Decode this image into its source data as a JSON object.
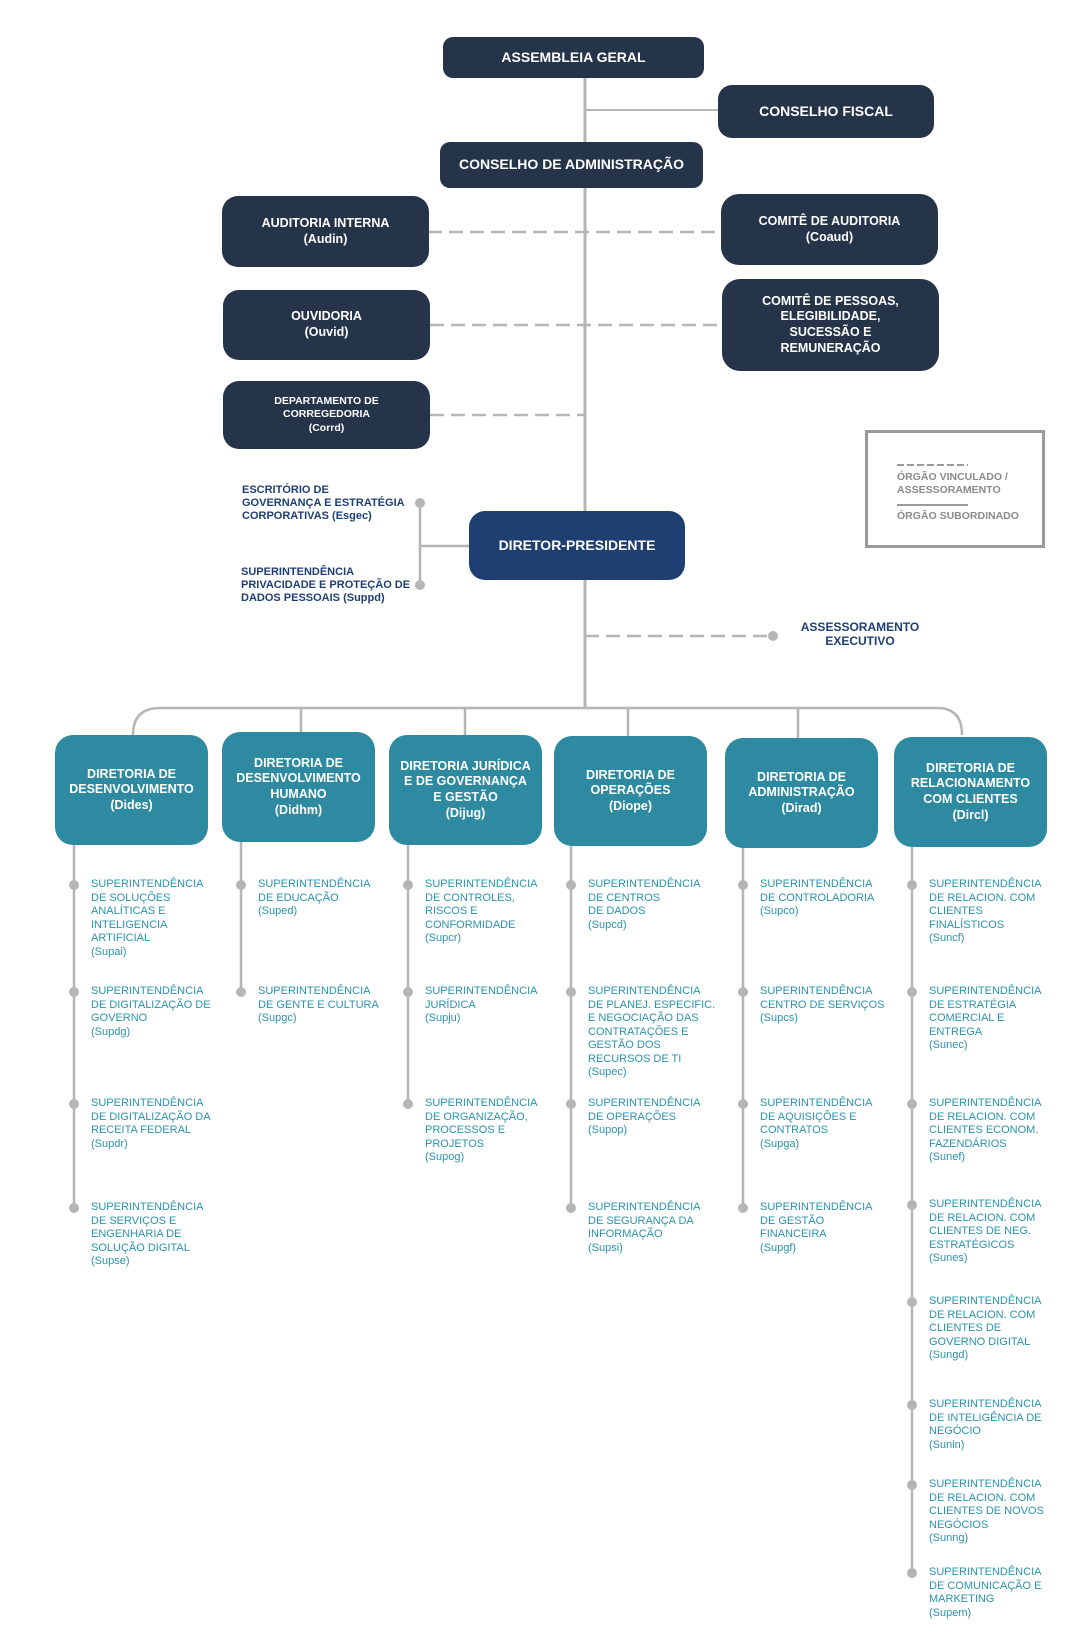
{
  "top": {
    "assembleia": "ASSEMBLEIA GERAL",
    "conselho_fiscal": "CONSELHO FISCAL",
    "conselho_adm": "CONSELHO DE ADMINISTRAÇÃO",
    "diretor_presidente": "DIRETOR-PRESIDENTE"
  },
  "left_units": [
    {
      "lines": [
        "AUDITORIA INTERNA",
        "(Audin)"
      ]
    },
    {
      "lines": [
        "OUVIDORIA",
        "(Ouvid)"
      ]
    },
    {
      "lines": [
        "DEPARTAMENTO DE",
        "CORREGEDORIA",
        "(Corrd)"
      ]
    }
  ],
  "right_units": [
    {
      "lines": [
        "COMITÊ DE AUDITORIA",
        "(Coaud)"
      ]
    },
    {
      "lines": [
        "COMITÊ DE PESSOAS,",
        "ELEGIBILIDADE,",
        "SUCESSÃO E",
        "REMUNERAÇÃO"
      ]
    }
  ],
  "president_units": [
    {
      "lines": [
        "ESCRITÓRIO DE",
        "GOVERNANÇA E ESTRATÉGIA",
        "CORPORATIVAS (Esgec)"
      ]
    },
    {
      "lines": [
        "SUPERINTENDÊNCIA",
        "PRIVACIDADE E PROTEÇÃO DE",
        "DADOS PESSOAIS (Suppd)"
      ]
    }
  ],
  "assessoramento": [
    "ASSESSORAMENTO",
    "EXECUTIVO"
  ],
  "legend": {
    "vinculado": [
      "ÓRGÃO VINCULADO /",
      "ASSESSORAMENTO"
    ],
    "subordinado": "ÓRGÃO SUBORDINADO"
  },
  "directorates": [
    {
      "title": [
        "DIRETORIA DE",
        "DESENVOLVIMENTO",
        "(Dides)"
      ],
      "subs": [
        [
          "SUPERINTENDÊNCIA",
          "DE SOLUÇÕES",
          "ANALÍTICAS E",
          "INTELIGENCIA",
          "ARTIFICIAL",
          "(Supai)"
        ],
        [
          "SUPERINTENDÊNCIA",
          "DE DIGITALIZAÇÃO DE",
          "GOVERNO",
          "(Supdg)"
        ],
        [
          "SUPERINTENDÊNCIA",
          "DE DIGITALIZAÇÃO DA",
          "RECEITA FEDERAL",
          "(Supdr)"
        ],
        [
          "SUPERINTENDÊNCIA",
          "DE SERVIÇOS E",
          "ENGENHARIA DE",
          "SOLUÇÃO DIGITAL",
          "(Supse)"
        ]
      ]
    },
    {
      "title": [
        "DIRETORIA DE",
        "DESENVOLVIMENTO",
        "HUMANO",
        "(Didhm)"
      ],
      "subs": [
        [
          "SUPERINTENDÊNCIA",
          "DE EDUCAÇÃO",
          "(Suped)"
        ],
        [
          "SUPERINTENDÊNCIA",
          "DE GENTE E CULTURA",
          "(Supgc)"
        ]
      ]
    },
    {
      "title": [
        "DIRETORIA JURÍDICA",
        "E DE GOVERNANÇA",
        "E GESTÃO",
        "(Dijug)"
      ],
      "subs": [
        [
          "SUPERINTENDÊNCIA",
          "DE CONTROLES,",
          "RISCOS E",
          "CONFORMIDADE",
          "(Supcr)"
        ],
        [
          "SUPERINTENDÊNCIA",
          "JURÍDICA",
          "(Supju)"
        ],
        [
          "SUPERINTENDÊNCIA",
          "DE ORGANIZAÇÃO,",
          "PROCESSOS E",
          "PROJETOS",
          "(Supog)"
        ]
      ]
    },
    {
      "title": [
        "DIRETORIA DE",
        "OPERAÇÕES",
        "(Diope)"
      ],
      "subs": [
        [
          "SUPERINTENDÊNCIA",
          "DE CENTROS",
          "DE DADOS",
          "(Supcd)"
        ],
        [
          "SUPERINTENDÊNCIA",
          "DE PLANEJ. ESPECIFIC.",
          "E NEGOCIAÇÃO DAS",
          "CONTRATAÇÕES E",
          "GESTÃO DOS",
          "RECURSOS DE TI",
          "(Supec)"
        ],
        [
          "SUPERINTENDÊNCIA",
          "DE OPERAÇÕES",
          "(Supop)"
        ],
        [
          "SUPERINTENDÊNCIA",
          "DE SEGURANÇA DA",
          "INFORMAÇÃO",
          "(Supsi)"
        ]
      ]
    },
    {
      "title": [
        "DIRETORIA DE",
        "ADMINISTRAÇÃO",
        "(Dirad)"
      ],
      "subs": [
        [
          "SUPERINTENDÊNCIA",
          "DE CONTROLADORIA",
          "(Supco)"
        ],
        [
          "SUPERINTENDÊNCIA",
          "CENTRO DE SERVIÇOS",
          "(Supcs)"
        ],
        [
          "SUPERINTENDÊNCIA",
          "DE AQUISIÇÕES E",
          "CONTRATOS",
          "(Supga)"
        ],
        [
          "SUPERINTENDÊNCIA",
          "DE GESTÃO",
          "FINANCEIRA",
          "(Supgf)"
        ]
      ]
    },
    {
      "title": [
        "DIRETORIA DE",
        "RELACIONAMENTO",
        "COM CLIENTES",
        "(Dircl)"
      ],
      "subs": [
        [
          "SUPERINTENDÊNCIA",
          "DE RELACION. COM",
          "CLIENTES",
          "FINALÍSTICOS",
          "(Suncf)"
        ],
        [
          "SUPERINTENDÊNCIA",
          "DE ESTRATÉGIA",
          "COMERCIAL E",
          "ENTREGA",
          "(Sunec)"
        ],
        [
          "SUPERINTENDÊNCIA",
          "DE RELACION. COM",
          "CLIENTES  ECONOM.",
          "FAZENDÁRIOS",
          "(Sunef)"
        ],
        [
          "SUPERINTENDÊNCIA",
          "DE RELACION. COM",
          "CLIENTES DE NEG.",
          "ESTRATÉGICOS",
          "(Sunes)"
        ],
        [
          "SUPERINTENDÊNCIA",
          "DE RELACION. COM",
          "CLIENTES DE",
          "GOVERNO DIGITAL",
          "(Sungd)"
        ],
        [
          "SUPERINTENDÊNCIA",
          "DE INTELIGÊNCIA DE",
          "NEGÓCIO",
          "(Sunin)"
        ],
        [
          "SUPERINTENDÊNCIA",
          "DE RELACION. COM",
          "CLIENTES DE NOVOS",
          "NEGÓCIOS",
          "(Sunng)"
        ],
        [
          "SUPERINTENDÊNCIA",
          "DE COMUNICAÇÃO E",
          "MARKETING",
          "(Supem)"
        ]
      ]
    }
  ]
}
